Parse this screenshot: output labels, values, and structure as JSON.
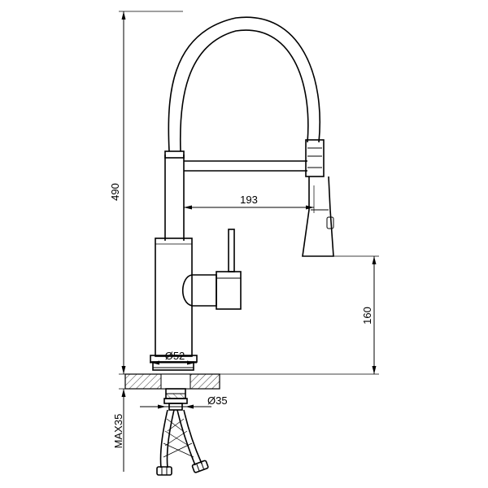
{
  "dimensions": {
    "height_total": "490",
    "reach": "193",
    "spout_height": "160",
    "base_diameter": "Ø52",
    "shank_diameter": "Ø35",
    "max_thickness": "MAX35"
  }
}
